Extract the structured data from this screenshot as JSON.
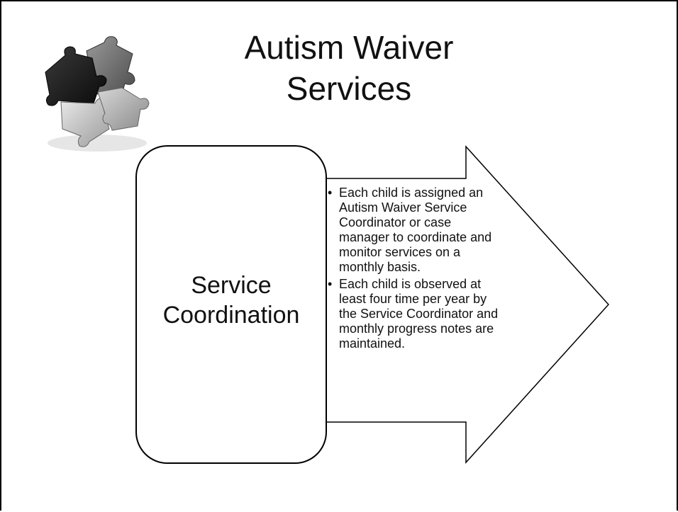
{
  "slide": {
    "title": "Autism Waiver Services",
    "box_label": "Service Coordination",
    "bullets": [
      "Each child is assigned an Autism Waiver Service Coordinator or case manager to coordinate and monitor services on a monthly basis.",
      "Each child is observed at least four time per year by the Service Coordinator and monthly progress notes are maintained."
    ]
  },
  "icons": {
    "puzzle": "puzzle-pieces-icon"
  }
}
